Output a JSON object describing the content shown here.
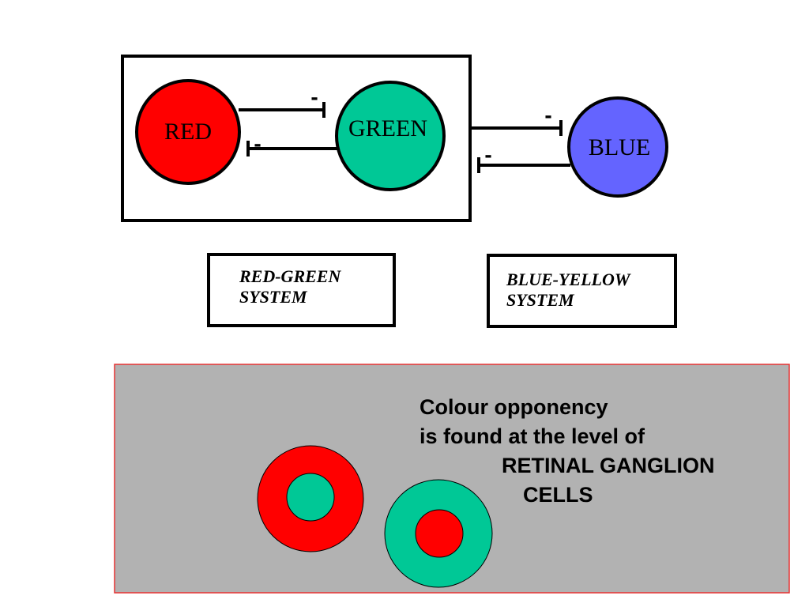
{
  "diagram": {
    "nodes": {
      "red": {
        "label": "RED",
        "fill": "#ff0000"
      },
      "green": {
        "label": "GREEN",
        "fill": "#00c896"
      },
      "blue": {
        "label": "BLUE",
        "fill": "#6464ff"
      }
    },
    "inhibition_sign": "-",
    "systems": {
      "red_green": {
        "line1": "RED-GREEN",
        "line2": "SYSTEM"
      },
      "blue_yellow": {
        "line1": "BLUE-YELLOW",
        "line2": "SYSTEM"
      }
    }
  },
  "ganglion_panel": {
    "background": "#b2b2b2",
    "border": "#e63232",
    "caption": {
      "line1": "Colour opponency",
      "line2": "is found at the level of",
      "line3": "RETINAL GANGLION",
      "line4": "CELLS"
    },
    "cells": [
      {
        "name": "red-center-surround",
        "outer": "#ff0000",
        "inner": "#00c896"
      },
      {
        "name": "green-center-surround",
        "outer": "#00c896",
        "inner": "#ff0000"
      }
    ]
  }
}
